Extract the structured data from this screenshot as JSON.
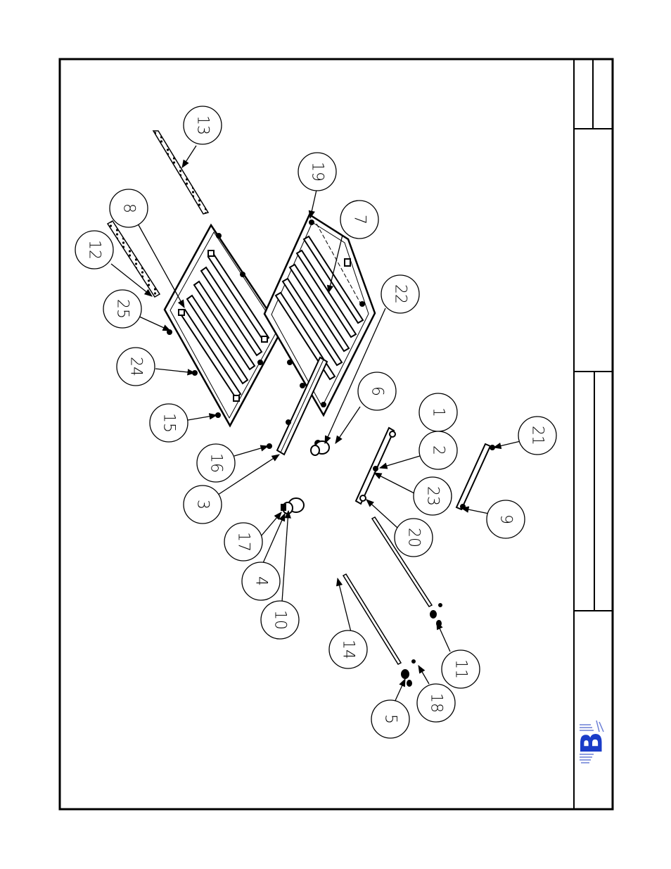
{
  "drawing": {
    "line_color": "#000000",
    "logo_color": "#1a3cc8",
    "logo_letter": "B"
  },
  "callouts": [
    {
      "id": "c1",
      "label": "1"
    },
    {
      "id": "c2",
      "label": "2"
    },
    {
      "id": "c3",
      "label": "3"
    },
    {
      "id": "c4",
      "label": "4"
    },
    {
      "id": "c5",
      "label": "5"
    },
    {
      "id": "c6",
      "label": "6"
    },
    {
      "id": "c7",
      "label": "7"
    },
    {
      "id": "c8",
      "label": "8"
    },
    {
      "id": "c9",
      "label": "9"
    },
    {
      "id": "c10",
      "label": "10"
    },
    {
      "id": "c11",
      "label": "11"
    },
    {
      "id": "c12",
      "label": "12"
    },
    {
      "id": "c13",
      "label": "13"
    },
    {
      "id": "c14",
      "label": "14"
    },
    {
      "id": "c15",
      "label": "15"
    },
    {
      "id": "c16",
      "label": "16"
    },
    {
      "id": "c17",
      "label": "17"
    },
    {
      "id": "c18",
      "label": "18"
    },
    {
      "id": "c19",
      "label": "19"
    },
    {
      "id": "c20",
      "label": "20"
    },
    {
      "id": "c21",
      "label": "21"
    },
    {
      "id": "c22",
      "label": "22"
    },
    {
      "id": "c23",
      "label": "23"
    },
    {
      "id": "c24",
      "label": "24"
    },
    {
      "id": "c25",
      "label": "25"
    }
  ]
}
